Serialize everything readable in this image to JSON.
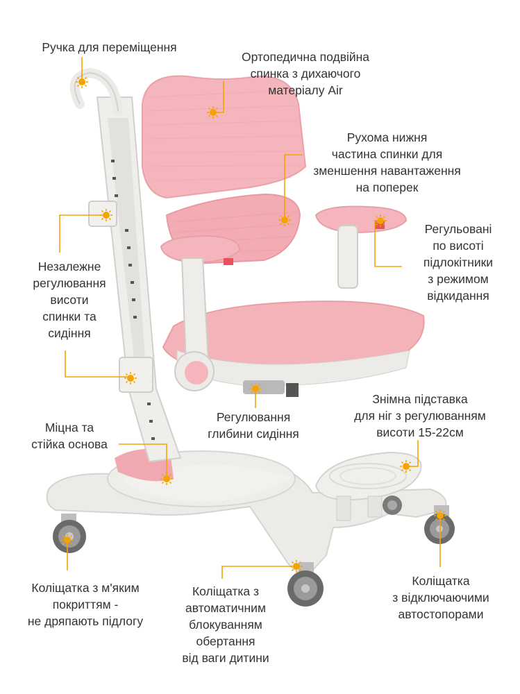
{
  "colors": {
    "accent": "#f5a300",
    "pink": "#f4b6bc",
    "frame": "#ececea",
    "text": "#333333"
  },
  "callouts": {
    "handle": {
      "lines": [
        "Ручка для переміщення"
      ]
    },
    "backrest": {
      "lines": [
        "Ортопедична подвійна",
        "спинка з дихаючого",
        "матеріалу Air"
      ]
    },
    "lower_back": {
      "lines": [
        "Рухома нижня",
        "частина спинки для",
        "зменшення навантаження",
        "на поперек"
      ]
    },
    "armrests": {
      "lines": [
        "Регульовані",
        "по висоті",
        "підлокітники",
        "з режимом",
        "відкидання"
      ]
    },
    "height": {
      "lines": [
        "Незалежне",
        "регулювання",
        "висоти",
        "спинки та",
        "сидіння"
      ]
    },
    "seat_depth": {
      "lines": [
        "Регулювання",
        "глибини сидіння"
      ]
    },
    "footrest": {
      "lines": [
        "Знімна підставка",
        "для ніг з регулюванням",
        "висоти 15-22см"
      ]
    },
    "base": {
      "lines": [
        "Міцна та",
        "стійка основа"
      ]
    },
    "soft_casters": {
      "lines": [
        "Коліщатка з м'яким",
        "покриттям -",
        "не дряпають підлогу"
      ]
    },
    "auto_lock": {
      "lines": [
        "Коліщатка з",
        "автоматичним",
        "блокуванням",
        "обертання",
        "від ваги дитини"
      ]
    },
    "stoppers": {
      "lines": [
        "Коліщатка",
        "з відключаючими",
        "автостопорами"
      ]
    }
  }
}
